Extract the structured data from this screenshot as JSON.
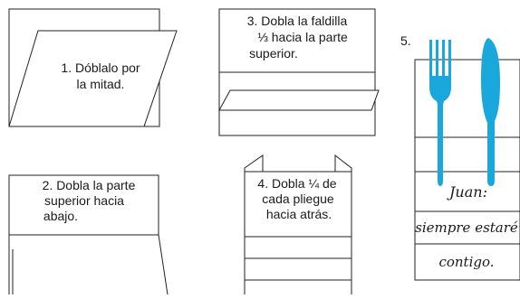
{
  "steps": [
    {
      "number": "1.",
      "lines": [
        "1. Dóblalo por",
        "la mitad."
      ]
    },
    {
      "number": "2.",
      "lines": [
        "2. Dobla la parte",
        "superior hacia",
        "abajo."
      ]
    },
    {
      "number": "3.",
      "lines": [
        "3. Dobla la faldilla",
        "⅓ hacia la parte",
        "superior."
      ]
    },
    {
      "number": "4.",
      "lines": [
        "4. Dobla ¼ de",
        "cada pliegue",
        "hacia atrás."
      ]
    },
    {
      "number": "5.",
      "lines": [
        "5."
      ]
    }
  ],
  "card_message": [
    "Juan:",
    "siempre estaré",
    "contigo."
  ],
  "colors": {
    "cutlery": "#1aa8dc",
    "line": "#222222",
    "background": "#ffffff"
  },
  "icons": {
    "fork": "fork-icon",
    "knife": "knife-icon"
  }
}
